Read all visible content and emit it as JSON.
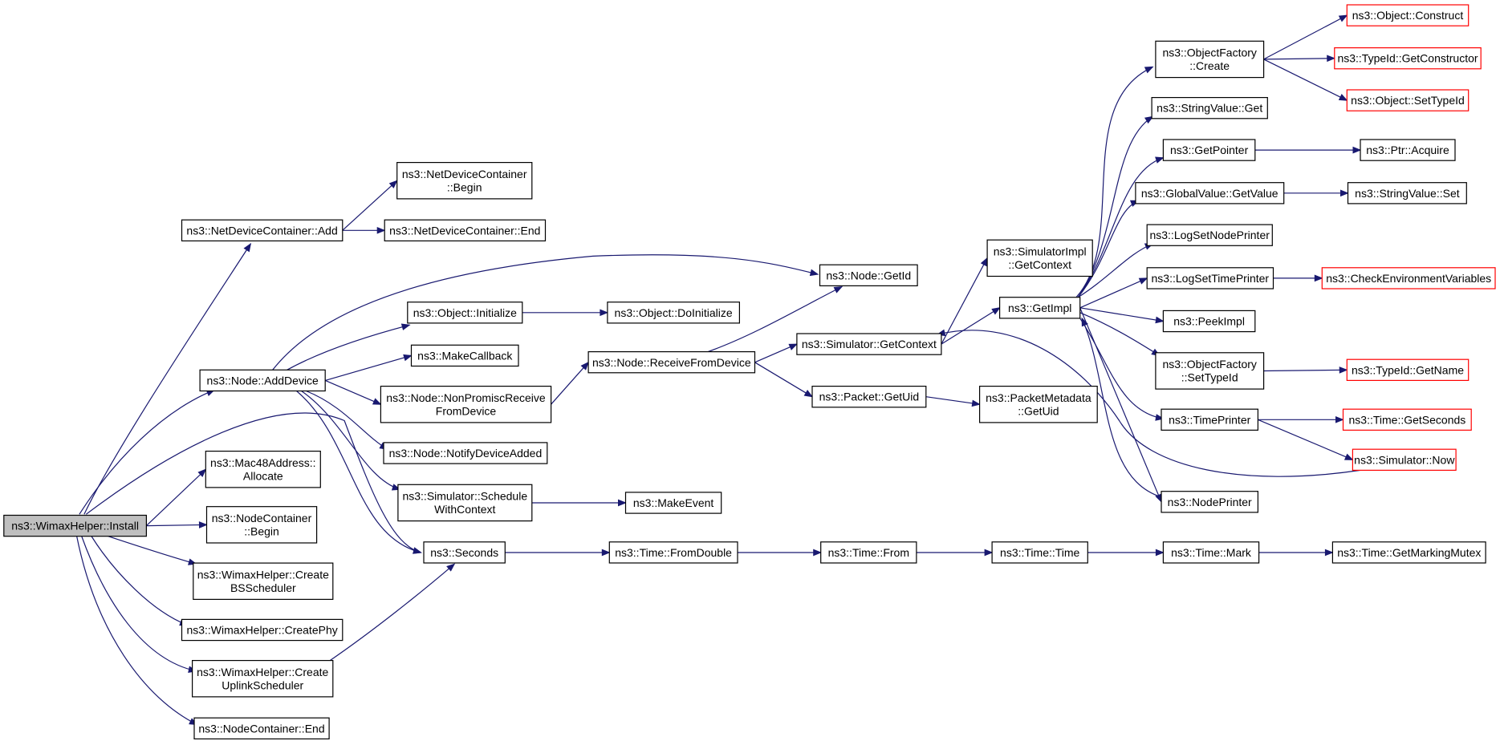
{
  "graph": {
    "nodes": [
      {
        "id": "install",
        "lines": [
          "ns3::WimaxHelper::Install"
        ],
        "style": "root"
      },
      {
        "id": "ndc_add",
        "lines": [
          "ns3::NetDeviceContainer::Add"
        ],
        "style": "normal"
      },
      {
        "id": "ndc_begin",
        "lines": [
          "ns3::NetDeviceContainer",
          "::Begin"
        ],
        "style": "normal"
      },
      {
        "id": "ndc_end",
        "lines": [
          "ns3::NetDeviceContainer::End"
        ],
        "style": "normal"
      },
      {
        "id": "node_adddevice",
        "lines": [
          "ns3::Node::AddDevice"
        ],
        "style": "normal"
      },
      {
        "id": "node_getid",
        "lines": [
          "ns3::Node::GetId"
        ],
        "style": "normal"
      },
      {
        "id": "obj_initialize",
        "lines": [
          "ns3::Object::Initialize"
        ],
        "style": "normal"
      },
      {
        "id": "obj_doinitialize",
        "lines": [
          "ns3::Object::DoInitialize"
        ],
        "style": "normal"
      },
      {
        "id": "makecallback",
        "lines": [
          "ns3::MakeCallback"
        ],
        "style": "normal"
      },
      {
        "id": "node_nonpromisc",
        "lines": [
          "ns3::Node::NonPromiscReceive",
          "FromDevice"
        ],
        "style": "normal"
      },
      {
        "id": "node_receivefromdevice",
        "lines": [
          "ns3::Node::ReceiveFromDevice"
        ],
        "style": "normal"
      },
      {
        "id": "node_notify",
        "lines": [
          "ns3::Node::NotifyDeviceAdded"
        ],
        "style": "normal"
      },
      {
        "id": "sim_schedulewithcontext",
        "lines": [
          "ns3::Simulator::Schedule",
          "WithContext"
        ],
        "style": "normal"
      },
      {
        "id": "makeevent",
        "lines": [
          "ns3::MakeEvent"
        ],
        "style": "normal"
      },
      {
        "id": "seconds",
        "lines": [
          "ns3::Seconds"
        ],
        "style": "normal"
      },
      {
        "id": "mac48_allocate",
        "lines": [
          "ns3::Mac48Address::",
          "Allocate"
        ],
        "style": "normal"
      },
      {
        "id": "nc_begin",
        "lines": [
          "ns3::NodeContainer",
          "::Begin"
        ],
        "style": "normal"
      },
      {
        "id": "wh_createbs",
        "lines": [
          "ns3::WimaxHelper::Create",
          "BSScheduler"
        ],
        "style": "normal"
      },
      {
        "id": "wh_createphy",
        "lines": [
          "ns3::WimaxHelper::CreatePhy"
        ],
        "style": "normal"
      },
      {
        "id": "wh_createuplink",
        "lines": [
          "ns3::WimaxHelper::Create",
          "UplinkScheduler"
        ],
        "style": "normal"
      },
      {
        "id": "nc_end",
        "lines": [
          "ns3::NodeContainer::End"
        ],
        "style": "normal"
      },
      {
        "id": "time_fromdouble",
        "lines": [
          "ns3::Time::FromDouble"
        ],
        "style": "normal"
      },
      {
        "id": "time_from",
        "lines": [
          "ns3::Time::From"
        ],
        "style": "normal"
      },
      {
        "id": "time_time",
        "lines": [
          "ns3::Time::Time"
        ],
        "style": "normal"
      },
      {
        "id": "time_mark",
        "lines": [
          "ns3::Time::Mark"
        ],
        "style": "normal"
      },
      {
        "id": "time_getmarkingmutex",
        "lines": [
          "ns3::Time::GetMarkingMutex"
        ],
        "style": "normal"
      },
      {
        "id": "sim_getcontext",
        "lines": [
          "ns3::Simulator::GetContext"
        ],
        "style": "normal"
      },
      {
        "id": "packet_getuid",
        "lines": [
          "ns3::Packet::GetUid"
        ],
        "style": "normal"
      },
      {
        "id": "pm_getuid",
        "lines": [
          "ns3::PacketMetadata",
          "::GetUid"
        ],
        "style": "normal"
      },
      {
        "id": "simimpl_getcontext",
        "lines": [
          "ns3::SimulatorImpl",
          "::GetContext"
        ],
        "style": "normal"
      },
      {
        "id": "getimpl",
        "lines": [
          "ns3::GetImpl"
        ],
        "style": "normal"
      },
      {
        "id": "of_create",
        "lines": [
          "ns3::ObjectFactory",
          "::Create"
        ],
        "style": "normal"
      },
      {
        "id": "stringvalue_get",
        "lines": [
          "ns3::StringValue::Get"
        ],
        "style": "normal"
      },
      {
        "id": "getpointer",
        "lines": [
          "ns3::GetPointer"
        ],
        "style": "normal"
      },
      {
        "id": "gv_getvalue",
        "lines": [
          "ns3::GlobalValue::GetValue"
        ],
        "style": "normal"
      },
      {
        "id": "logsetnodeprinter",
        "lines": [
          "ns3::LogSetNodePrinter"
        ],
        "style": "normal"
      },
      {
        "id": "logsettimeprinter",
        "lines": [
          "ns3::LogSetTimePrinter"
        ],
        "style": "normal"
      },
      {
        "id": "peekimpl",
        "lines": [
          "ns3::PeekImpl"
        ],
        "style": "normal"
      },
      {
        "id": "of_settypeid",
        "lines": [
          "ns3::ObjectFactory",
          "::SetTypeId"
        ],
        "style": "normal"
      },
      {
        "id": "timeprinter",
        "lines": [
          "ns3::TimePrinter"
        ],
        "style": "normal"
      },
      {
        "id": "nodeprinter",
        "lines": [
          "ns3::NodePrinter"
        ],
        "style": "normal"
      },
      {
        "id": "obj_construct",
        "lines": [
          "ns3::Object::Construct"
        ],
        "style": "external"
      },
      {
        "id": "typeid_getconstructor",
        "lines": [
          "ns3::TypeId::GetConstructor"
        ],
        "style": "external"
      },
      {
        "id": "obj_settypeid",
        "lines": [
          "ns3::Object::SetTypeId"
        ],
        "style": "external"
      },
      {
        "id": "ptr_acquire",
        "lines": [
          "ns3::Ptr::Acquire"
        ],
        "style": "normal"
      },
      {
        "id": "stringvalue_set",
        "lines": [
          "ns3::StringValue::Set"
        ],
        "style": "normal"
      },
      {
        "id": "checkenv",
        "lines": [
          "ns3::CheckEnvironmentVariables"
        ],
        "style": "external"
      },
      {
        "id": "typeid_getname",
        "lines": [
          "ns3::TypeId::GetName"
        ],
        "style": "external"
      },
      {
        "id": "time_getseconds",
        "lines": [
          "ns3::Time::GetSeconds"
        ],
        "style": "external"
      },
      {
        "id": "sim_now",
        "lines": [
          "ns3::Simulator::Now"
        ],
        "style": "external"
      }
    ],
    "edges": [
      {
        "from": "install",
        "to": "ndc_add"
      },
      {
        "from": "install",
        "to": "node_adddevice"
      },
      {
        "from": "install",
        "to": "seconds"
      },
      {
        "from": "install",
        "to": "mac48_allocate"
      },
      {
        "from": "install",
        "to": "nc_begin"
      },
      {
        "from": "install",
        "to": "wh_createbs"
      },
      {
        "from": "install",
        "to": "wh_createphy"
      },
      {
        "from": "install",
        "to": "wh_createuplink"
      },
      {
        "from": "install",
        "to": "nc_end"
      },
      {
        "from": "ndc_add",
        "to": "ndc_begin"
      },
      {
        "from": "ndc_add",
        "to": "ndc_end"
      },
      {
        "from": "node_adddevice",
        "to": "node_getid"
      },
      {
        "from": "node_adddevice",
        "to": "obj_initialize"
      },
      {
        "from": "node_adddevice",
        "to": "makecallback"
      },
      {
        "from": "node_adddevice",
        "to": "node_nonpromisc"
      },
      {
        "from": "node_adddevice",
        "to": "node_notify"
      },
      {
        "from": "node_adddevice",
        "to": "sim_schedulewithcontext"
      },
      {
        "from": "node_adddevice",
        "to": "seconds"
      },
      {
        "from": "obj_initialize",
        "to": "obj_doinitialize"
      },
      {
        "from": "node_nonpromisc",
        "to": "node_receivefromdevice"
      },
      {
        "from": "node_receivefromdevice",
        "to": "node_getid"
      },
      {
        "from": "node_receivefromdevice",
        "to": "sim_getcontext"
      },
      {
        "from": "node_receivefromdevice",
        "to": "packet_getuid"
      },
      {
        "from": "sim_schedulewithcontext",
        "to": "makeevent"
      },
      {
        "from": "wh_createuplink",
        "to": "seconds"
      },
      {
        "from": "seconds",
        "to": "time_fromdouble"
      },
      {
        "from": "time_fromdouble",
        "to": "time_from"
      },
      {
        "from": "time_from",
        "to": "time_time"
      },
      {
        "from": "time_time",
        "to": "time_mark"
      },
      {
        "from": "time_mark",
        "to": "time_getmarkingmutex"
      },
      {
        "from": "sim_getcontext",
        "to": "simimpl_getcontext"
      },
      {
        "from": "sim_getcontext",
        "to": "getimpl"
      },
      {
        "from": "packet_getuid",
        "to": "pm_getuid"
      },
      {
        "from": "getimpl",
        "to": "of_create"
      },
      {
        "from": "getimpl",
        "to": "stringvalue_get"
      },
      {
        "from": "getimpl",
        "to": "getpointer"
      },
      {
        "from": "getimpl",
        "to": "gv_getvalue"
      },
      {
        "from": "getimpl",
        "to": "logsetnodeprinter"
      },
      {
        "from": "getimpl",
        "to": "logsettimeprinter"
      },
      {
        "from": "getimpl",
        "to": "peekimpl"
      },
      {
        "from": "getimpl",
        "to": "of_settypeid"
      },
      {
        "from": "getimpl",
        "to": "timeprinter"
      },
      {
        "from": "getimpl",
        "to": "nodeprinter"
      },
      {
        "from": "of_create",
        "to": "obj_construct"
      },
      {
        "from": "of_create",
        "to": "typeid_getconstructor"
      },
      {
        "from": "of_create",
        "to": "obj_settypeid"
      },
      {
        "from": "getpointer",
        "to": "ptr_acquire"
      },
      {
        "from": "gv_getvalue",
        "to": "stringvalue_set"
      },
      {
        "from": "logsettimeprinter",
        "to": "checkenv"
      },
      {
        "from": "of_settypeid",
        "to": "typeid_getname"
      },
      {
        "from": "timeprinter",
        "to": "time_getseconds"
      },
      {
        "from": "timeprinter",
        "to": "sim_now"
      },
      {
        "from": "nodeprinter",
        "to": "getimpl"
      },
      {
        "from": "sim_now",
        "to": "sim_getcontext"
      }
    ]
  },
  "colors": {
    "edge": "#191970",
    "root_fill": "#bfbfbf",
    "external_border": "#ff0000",
    "border": "#000000",
    "background": "#ffffff"
  }
}
